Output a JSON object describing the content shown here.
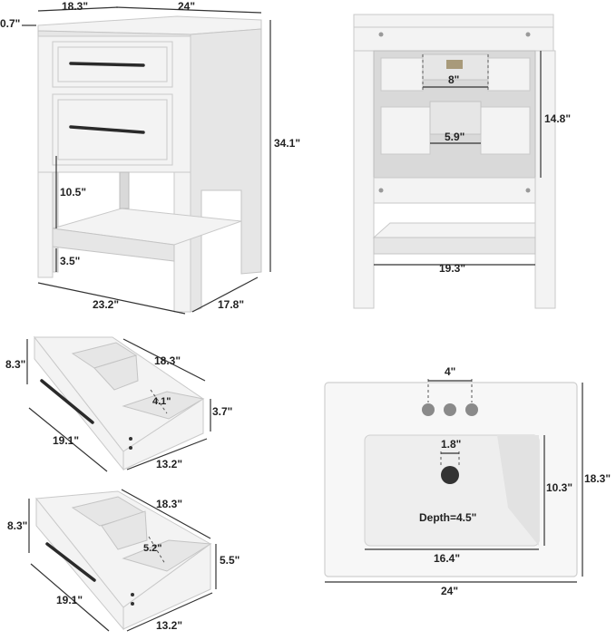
{
  "cabinet_front": {
    "depth_label": "18.3\"",
    "width_label": "24\"",
    "top_thickness_label": "0.7\"",
    "height_label": "34.1\"",
    "leg_gap_label": "10.5\"",
    "base_gap_label": "3.5\"",
    "base_width_label": "23.2\"",
    "base_depth_label": "17.8\""
  },
  "cabinet_back": {
    "plumbing_width_label": "8\"",
    "lower_gap_label": "5.9\"",
    "opening_height_label": "14.8\"",
    "shelf_width_label": "19.3\""
  },
  "drawer_top": {
    "height_label": "8.3\"",
    "depth_label": "18.3\"",
    "notch_label": "4.1\"",
    "side_height_label": "3.7\"",
    "length_label": "19.1\"",
    "width_label": "13.2\""
  },
  "drawer_bottom": {
    "height_label": "8.3\"",
    "depth_label": "18.3\"",
    "notch_label": "5.2\"",
    "side_height_label": "5.5\"",
    "length_label": "19.1\"",
    "width_label": "13.2\""
  },
  "sink_top": {
    "faucet_spacing_label": "4\"",
    "drain_label": "1.8\"",
    "basin_height_label": "10.3\"",
    "depth_label": "Depth=4.5\"",
    "basin_width_label": "16.4\"",
    "total_depth_label": "18.3\"",
    "total_width_label": "24\""
  },
  "colors": {
    "cabinet": "#f3f3f3",
    "shadow": "#d9d9d9",
    "handle": "#2a2a2a",
    "dimension_line": "#333333"
  }
}
